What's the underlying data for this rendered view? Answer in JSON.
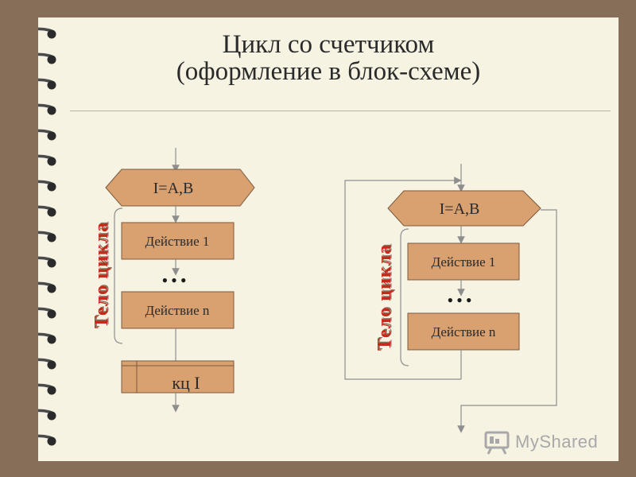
{
  "title": {
    "line1": "Цикл со счетчиком",
    "line2": "(оформление в блок-схеме)"
  },
  "diagram_left": {
    "header": "I=A,B",
    "action_first": "Действие 1",
    "ellipsis": "•••",
    "action_last": "Действие n",
    "end": "кц I",
    "body_label": "Тело цикла"
  },
  "diagram_right": {
    "header": "I=A,B",
    "action_first": "Действие 1",
    "ellipsis": "•••",
    "action_last": "Действие n",
    "body_label": "Тело цикла"
  },
  "logo": {
    "text": "MyShared",
    "icon": "presentation-board-icon"
  },
  "colors": {
    "background": "#876e58",
    "paper": "#f7f3e3",
    "shape_fill": "#d9a070",
    "label_red": "#c32b1b"
  }
}
